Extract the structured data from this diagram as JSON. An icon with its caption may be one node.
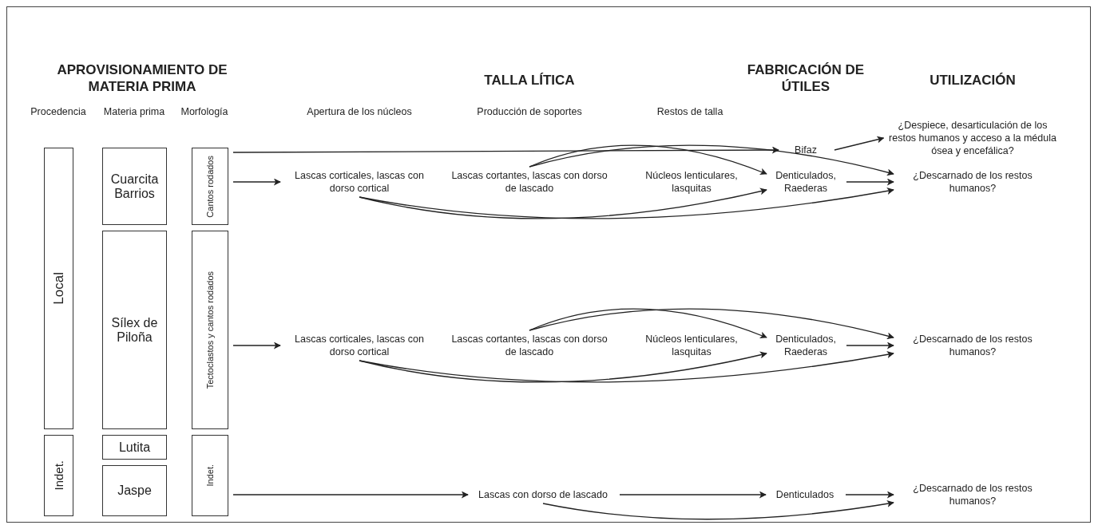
{
  "diagram": {
    "nodes": [
      {
        "text": [
          "Local"
        ]
      },
      {
        "text": [
          "Indet."
        ]
      },
      {
        "text": [
          "Cuarcita Barrios"
        ]
      },
      {
        "text": [
          "Sílex de Piloña"
        ]
      },
      {
        "text": [
          "Lutita"
        ]
      },
      {
        "text": [
          "Jaspe"
        ]
      },
      {
        "text": [
          "Cantos rodados"
        ]
      },
      {
        "text": [
          "Tectoclastos y cantos rodados"
        ]
      },
      {
        "text": [
          "Indet."
        ]
      },
      {
        "text": [
          "Bifaz"
        ]
      },
      {
        "text": [
          "¿Despiece, desarticulación de los restos humanos y acceso a la médula ósea y encefálica?"
        ]
      },
      {
        "text": [
          "Lascas corticales, lascas con dorso cortical"
        ]
      },
      {
        "text": [
          "Lascas cortantes, lascas con dorso de lascado"
        ]
      },
      {
        "text": [
          "Denticulados, Raederas"
        ]
      },
      {
        "text": [
          "¿Descarnado de los restos humanos?"
        ]
      },
      {
        "text": [
          "Lascas corticales, lascas con dorso cortical"
        ]
      },
      {
        "text": [
          "Lascas cortantes, lascas con dorso de lascado"
        ]
      },
      {
        "text": [
          "Denticulados, Raederas"
        ]
      },
      {
        "text": [
          "¿Descarnado de los restos humanos?"
        ]
      },
      {
        "text": [
          "Lascas con dorso de lascado"
        ]
      },
      {
        "text": [
          "Denticulados"
        ]
      },
      {
        "text": [
          "¿Descarnado de los restos humanos?"
        ]
      }
    ],
    "edges": [
      {
        "from": 6,
        "to": 9,
        "arrow": "to"
      },
      {
        "from": 9,
        "to": 10,
        "arrow": "to"
      },
      {
        "from": 6,
        "to": 11,
        "arrow": "to"
      },
      {
        "from": 12,
        "to": 13,
        "arrow": "to"
      },
      {
        "from": 12,
        "to": 14,
        "arrow": "to"
      },
      {
        "from": 11,
        "to": 13,
        "arrow": "to"
      },
      {
        "from": 11,
        "to": 14,
        "arrow": "to"
      },
      {
        "from": 13,
        "to": 14,
        "arrow": "to"
      },
      {
        "from": 7,
        "to": 15,
        "arrow": "to"
      },
      {
        "from": 16,
        "to": 17,
        "arrow": "to"
      },
      {
        "from": 16,
        "to": 18,
        "arrow": "to"
      },
      {
        "from": 15,
        "to": 17,
        "arrow": "to"
      },
      {
        "from": 15,
        "to": 18,
        "arrow": "to"
      },
      {
        "from": 17,
        "to": 18,
        "arrow": "to"
      },
      {
        "from": 8,
        "to": 19,
        "arrow": "to"
      },
      {
        "from": 19,
        "to": 20,
        "arrow": "to"
      },
      {
        "from": 20,
        "to": 21,
        "arrow": "to"
      },
      {
        "from": 19,
        "to": 21,
        "arrow": "to"
      }
    ],
    "labels": [
      "APROVISIONAMIENTO DE MATERIA PRIMA",
      "TALLA LÍTICA",
      "FABRICACIÓN DE ÚTILES",
      "UTILIZACIÓN",
      "Procedencia",
      "Materia prima",
      "Morfología",
      "Apertura de los núcleos",
      "Producción de soportes",
      "Restos de talla",
      "Núcleos lenticulares, lasquitas",
      "Núcleos lenticulares, lasquitas"
    ]
  }
}
